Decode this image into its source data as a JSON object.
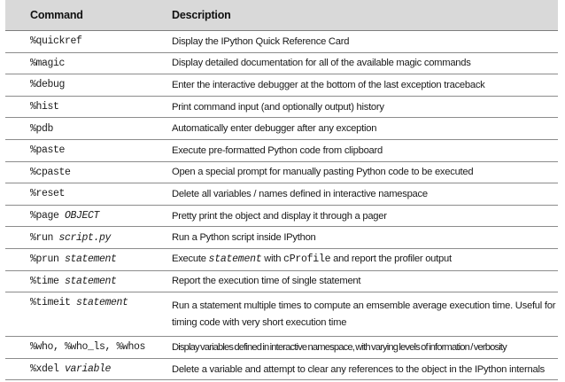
{
  "table": {
    "headers": {
      "command": "Command",
      "description": "Description"
    },
    "rows": [
      {
        "cmd": "%quickref",
        "arg": "",
        "desc": "Display the IPython Quick Reference Card"
      },
      {
        "cmd": "%magic",
        "arg": "",
        "desc": "Display detailed documentation for all of the available magic commands"
      },
      {
        "cmd": "%debug",
        "arg": "",
        "desc": "Enter the interactive debugger at the bottom of the last exception traceback"
      },
      {
        "cmd": "%hist",
        "arg": "",
        "desc": "Print command input (and optionally output) history"
      },
      {
        "cmd": "%pdb",
        "arg": "",
        "desc": "Automatically enter debugger after any exception"
      },
      {
        "cmd": "%paste",
        "arg": "",
        "desc": "Execute pre-formatted Python code from clipboard"
      },
      {
        "cmd": "%cpaste",
        "arg": "",
        "desc": "Open a special prompt for manually pasting Python code to be executed"
      },
      {
        "cmd": "%reset",
        "arg": "",
        "desc": "Delete all variables / names defined in interactive namespace"
      },
      {
        "cmd": "%page ",
        "arg": "OBJECT",
        "desc": "Pretty print the object and display it through a pager"
      },
      {
        "cmd": "%run ",
        "arg": "script.py",
        "desc": "Run a Python script inside IPython"
      },
      {
        "cmd": "%prun ",
        "arg": "statement",
        "desc_parts": [
          "Execute ",
          "statement",
          " with ",
          "cProfile",
          " and report the profiler output"
        ]
      },
      {
        "cmd": "%time ",
        "arg": "statement",
        "desc": "Report the execution time of single statement"
      },
      {
        "cmd": "%timeit ",
        "arg": "statement",
        "desc": "Run a statement multiple times to compute an emsemble average execution time. Useful for timing code with very short execution time"
      },
      {
        "cmd": "%who, %who_ls, %whos",
        "arg": "",
        "desc": "Display variables defined in interactive namespace, with varying levels of information / verbosity"
      },
      {
        "cmd": "%xdel ",
        "arg": "variable",
        "desc": "Delete a variable and attempt to clear any references to the object in the IPython internals"
      }
    ]
  },
  "colors": {
    "header_background": "#d9d9d9",
    "rule": "#8c8c8c",
    "text": "#1a1a1a"
  }
}
